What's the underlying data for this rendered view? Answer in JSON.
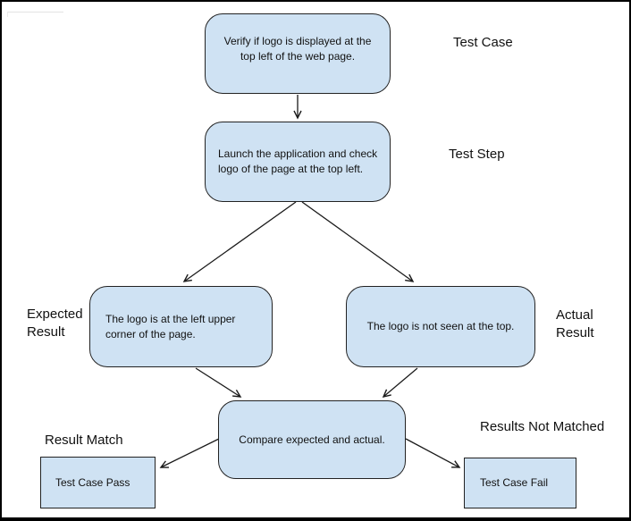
{
  "title": "Test case verification flowchart",
  "colors": {
    "node_fill": "#cfe2f3",
    "node_border": "#222222",
    "arrow": "#1a1a1a",
    "frame": "#000000",
    "canvas": "#ffffff"
  },
  "nodes": {
    "test_case": {
      "text": "Verify if logo is displayed at the top left of the web page.",
      "shape": "rounded"
    },
    "test_step": {
      "text": "Launch the application and check logo of the page at the top left.",
      "shape": "rounded"
    },
    "expected_result": {
      "text": "The logo is at the left upper corner of the page.",
      "shape": "rounded"
    },
    "actual_result": {
      "text": "The logo is not seen at the top.",
      "shape": "rounded"
    },
    "compare": {
      "text": "Compare expected and actual.",
      "shape": "rounded"
    },
    "pass": {
      "text": "Test Case Pass",
      "shape": "rect"
    },
    "fail": {
      "text": "Test Case Fail",
      "shape": "rect"
    }
  },
  "labels": {
    "test_case": "Test Case",
    "test_step": "Test Step",
    "expected_result": "Expected Result",
    "actual_result": "Actual Result",
    "result_match": "Result Match",
    "results_not_matched": "Results Not Matched"
  },
  "edges": [
    {
      "from": "test_case",
      "to": "test_step"
    },
    {
      "from": "test_step",
      "to": "expected_result"
    },
    {
      "from": "test_step",
      "to": "actual_result"
    },
    {
      "from": "expected_result",
      "to": "compare"
    },
    {
      "from": "actual_result",
      "to": "compare"
    },
    {
      "from": "compare",
      "to": "pass"
    },
    {
      "from": "compare",
      "to": "fail"
    }
  ]
}
